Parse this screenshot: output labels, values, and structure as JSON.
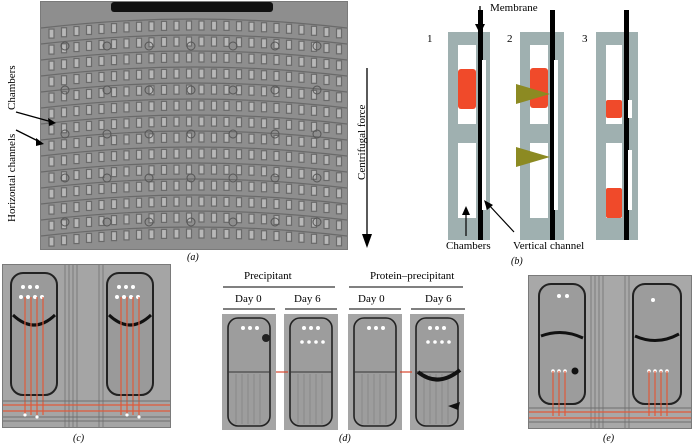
{
  "panel_a": {
    "label": "(a)",
    "chambers_label": "Chambers",
    "horizontal_channels_label": "Horizontal channels",
    "centrifugal_force_label": "Centrifugal force"
  },
  "panel_b": {
    "label": "(b)",
    "membrane_label": "Membrane",
    "chambers_label": "Chambers",
    "vertical_channel_label": "Vertical channel",
    "step_numbers": [
      "1",
      "2",
      "3"
    ],
    "colors": {
      "background": "#9fb0b0",
      "channel": "#000000",
      "liquid": "#f04a2a",
      "arrow": "#8c8a22"
    }
  },
  "panel_c": {
    "label": "(c)"
  },
  "panel_d": {
    "label": "(d)",
    "precipitant_label": "Precipitant",
    "protein_precipitant_label": "Protein–precipitant",
    "day_labels": [
      "Day 0",
      "Day 6",
      "Day 0",
      "Day 6"
    ]
  },
  "panel_e": {
    "label": "(e)"
  }
}
